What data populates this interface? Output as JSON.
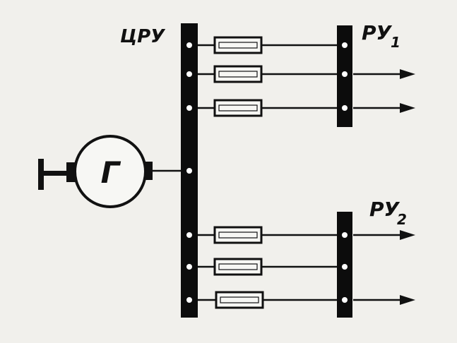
{
  "labels": {
    "central_bus": "ЦРУ",
    "dist_bus_1_main": "РУ",
    "dist_bus_1_sub": "1",
    "dist_bus_2_main": "РУ",
    "dist_bus_2_sub": "2",
    "generator": "Г"
  }
}
